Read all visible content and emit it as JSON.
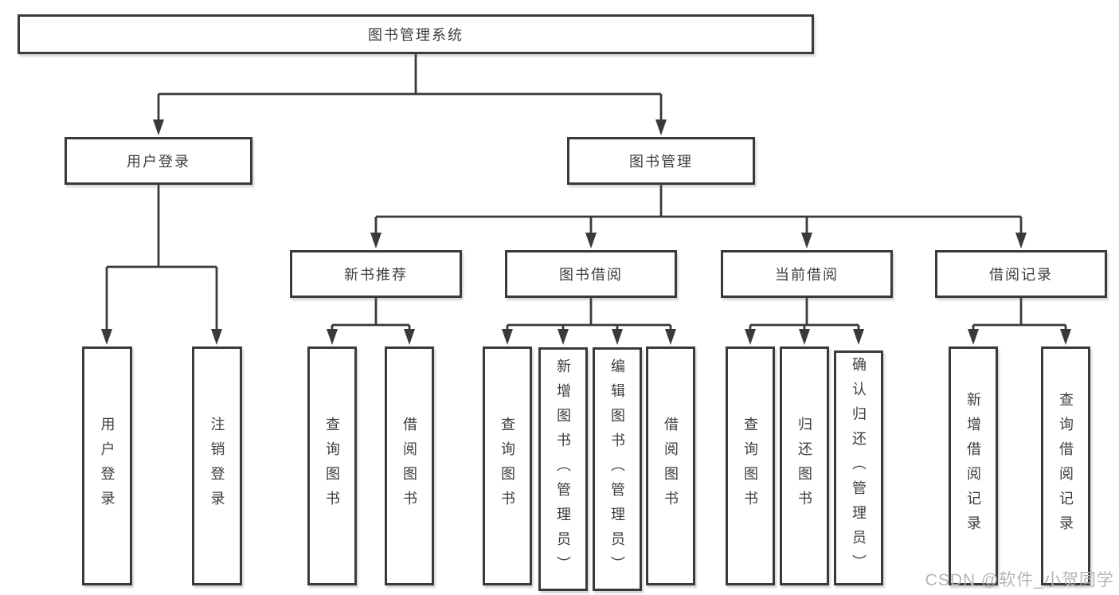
{
  "diagram_title": "图书管理系统",
  "nodes": [
    {
      "id": "root",
      "label": "图书管理系统",
      "parent": null
    },
    {
      "id": "user-login",
      "label": "用户登录",
      "parent": "root"
    },
    {
      "id": "book-mgmt",
      "label": "图书管理",
      "parent": "root"
    },
    {
      "id": "new-book-rec",
      "label": "新书推荐",
      "parent": "book-mgmt"
    },
    {
      "id": "book-borrow",
      "label": "图书借阅",
      "parent": "book-mgmt"
    },
    {
      "id": "current-borrow",
      "label": "当前借阅",
      "parent": "book-mgmt"
    },
    {
      "id": "borrow-record",
      "label": "借阅记录",
      "parent": "book-mgmt"
    },
    {
      "id": "leaf-user-login",
      "label": "用户登录",
      "parent": "user-login"
    },
    {
      "id": "leaf-logout",
      "label": "注销登录",
      "parent": "user-login"
    },
    {
      "id": "leaf-query-book-1",
      "label": "查询图书",
      "parent": "new-book-rec"
    },
    {
      "id": "leaf-borrow-book-1",
      "label": "借阅图书",
      "parent": "new-book-rec"
    },
    {
      "id": "leaf-query-book-2",
      "label": "查询图书",
      "parent": "book-borrow"
    },
    {
      "id": "leaf-add-book",
      "label": "新增图书（管理员）",
      "parent": "book-borrow"
    },
    {
      "id": "leaf-edit-book",
      "label": "编辑图书（管理员）",
      "parent": "book-borrow"
    },
    {
      "id": "leaf-borrow-book-2",
      "label": "借阅图书",
      "parent": "book-borrow"
    },
    {
      "id": "leaf-query-book-3",
      "label": "查询图书",
      "parent": "current-borrow"
    },
    {
      "id": "leaf-return-book",
      "label": "归还图书",
      "parent": "current-borrow"
    },
    {
      "id": "leaf-confirm-return",
      "label": "确认归还（管理员）",
      "parent": "current-borrow"
    },
    {
      "id": "leaf-add-record",
      "label": "新增借阅记录",
      "parent": "borrow-record"
    },
    {
      "id": "leaf-query-record",
      "label": "查询借阅记录",
      "parent": "borrow-record"
    }
  ],
  "watermark": "CSDN @软件_小贺同学",
  "colors": {
    "line": "#3a3a3a",
    "text": "#3d3d3d",
    "box_background": "#ffffff",
    "watermark": "#b5b5b5",
    "page_background": "#ffffff"
  }
}
